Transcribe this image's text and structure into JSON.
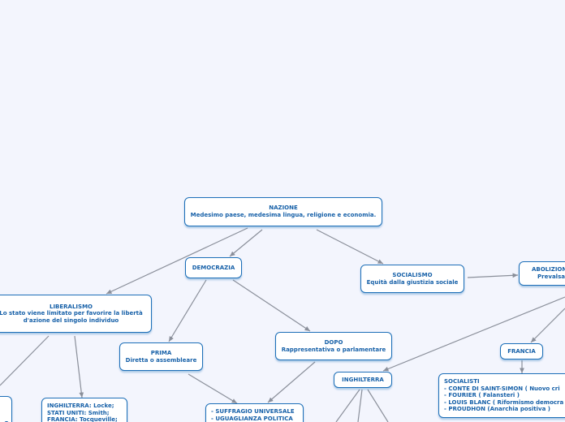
{
  "colors": {
    "background": "#f3f5fd",
    "node_border": "#1d6fb8",
    "node_text": "#1660a8",
    "link": "#8a8f9a"
  },
  "nodes": {
    "nazione": {
      "lines": [
        "NAZIONE",
        "Medesimo paese, medesima lingua, religione e  economia."
      ]
    },
    "democrazia": {
      "lines": [
        "DEMOCRAZIA"
      ]
    },
    "socialismo": {
      "lines": [
        "SOCIALISMO",
        "Equità dalla giustizia sociale"
      ]
    },
    "abolizione": {
      "lines": [
        "ABOLIZIONE",
        "Prevalsa"
      ]
    },
    "liberalismo": {
      "lines": [
        "LIBERALISMO",
        "Lo stato viene limitato per favorire la libertà",
        "d'azione del singolo individuo"
      ]
    },
    "prima": {
      "lines": [
        "PRIMA",
        "Diretta o assembleare"
      ]
    },
    "dopo": {
      "lines": [
        "DOPO",
        "Rappresentativa o parlamentare"
      ]
    },
    "francia": {
      "lines": [
        "FRANCIA"
      ]
    },
    "inghilterra": {
      "lines": [
        "INGHILTERRA"
      ]
    },
    "socialisti": {
      "lines": [
        "SOCIALISTI",
        "- CONTE DI SAINT-SIMON ( Nuovo cri",
        "- FOURIER ( Falansteri )",
        "- LOUIS BLANC ( Riformismo democra",
        "- PROUDHON (Anarchia positiva )"
      ]
    },
    "liberali_paesi": {
      "lines": [
        "INGHILTERRA: Locke;",
        "STATI UNITI: Smith;",
        "FRANCIA: Tocqueville;"
      ]
    },
    "suffragio": {
      "lines": [
        "- SUFFRAGIO UNIVERSALE",
        "- UGUAGLIANZA POLITICA"
      ]
    },
    "fragment_left": {
      "lines": [
        "O"
      ]
    }
  }
}
